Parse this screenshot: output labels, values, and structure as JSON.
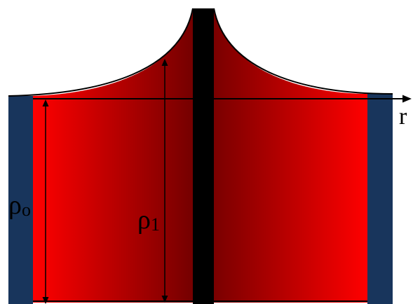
{
  "labels": {
    "rho_outer": "ρ",
    "rho_outer_sub": "o",
    "rho_inner": "ρ",
    "rho_inner_sub": "1",
    "axis_r": "r"
  },
  "colors": {
    "fluid_dark": "#6e0000",
    "fluid_bright": "#ff0000",
    "wall": "#18355c",
    "rod": "#000000",
    "line": "#000000",
    "background": "#ffffff"
  },
  "icons": {
    "arrow": "triangle-arrowhead"
  }
}
